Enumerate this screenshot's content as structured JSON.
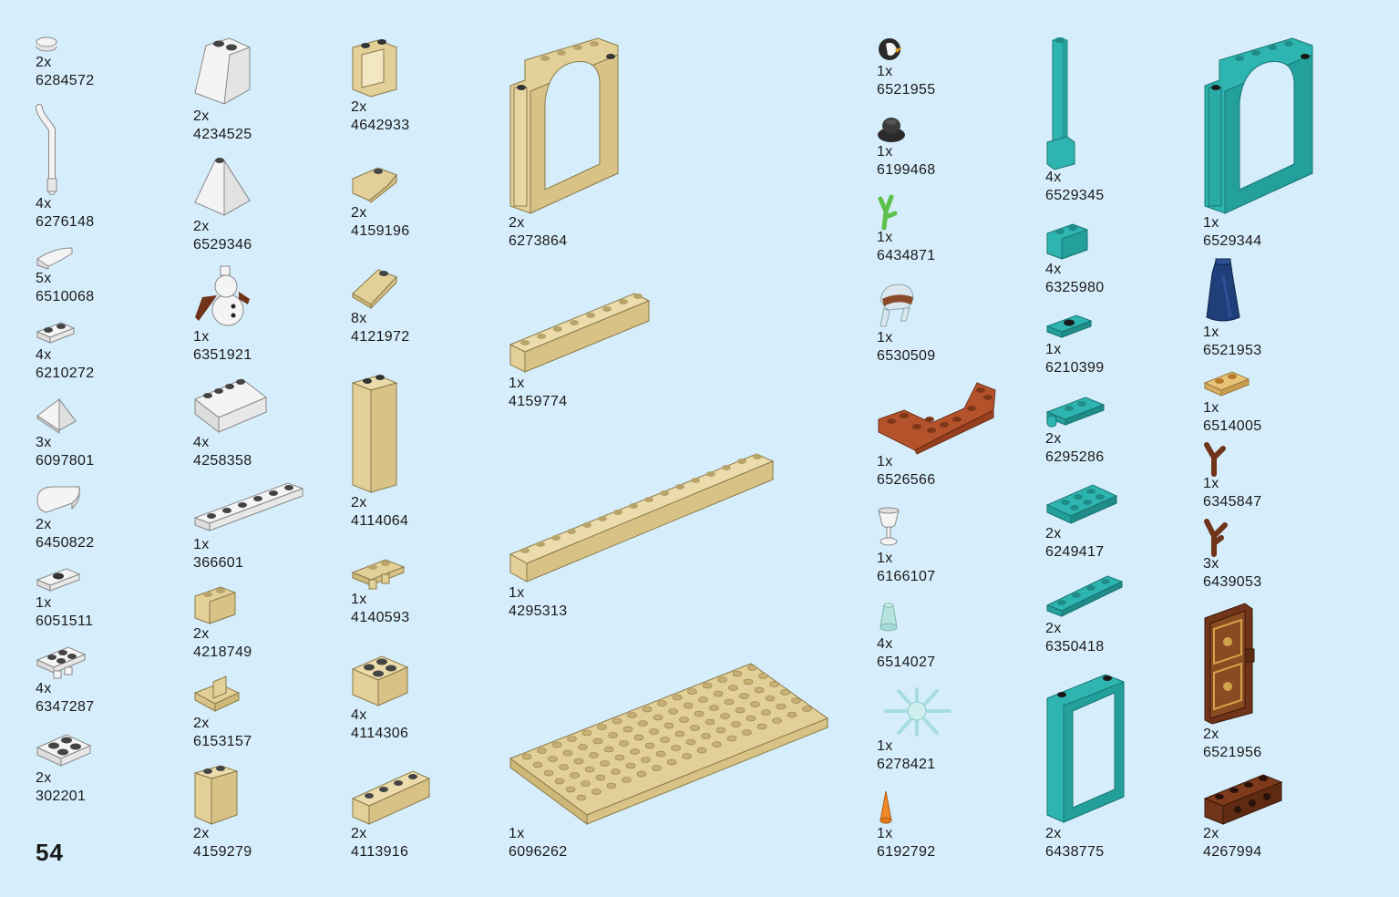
{
  "page_number": "54",
  "colors": {
    "background": "#d6eefb",
    "white": "#f4f4f4",
    "tan": "#e3cf98",
    "teal": "#2fb5b1",
    "dark_blue": "#1f3f7a",
    "reddish_brown": "#6f3419",
    "dark_orange": "#b4532b",
    "black": "#2a2a2a"
  },
  "parts": [
    {
      "qty": "2x",
      "id": "6284572",
      "color": "white",
      "icon": "round-tile-icon"
    },
    {
      "qty": "4x",
      "id": "6276148",
      "color": "white",
      "icon": "bar-hook-icon"
    },
    {
      "qty": "5x",
      "id": "6510068",
      "color": "white",
      "icon": "curved-slope-icon"
    },
    {
      "qty": "4x",
      "id": "6210272",
      "color": "white",
      "icon": "plate-1x2-icon"
    },
    {
      "qty": "3x",
      "id": "6097801",
      "color": "white",
      "icon": "pyramid-tile-icon"
    },
    {
      "qty": "2x",
      "id": "6450822",
      "color": "white",
      "icon": "curved-brick-icon"
    },
    {
      "qty": "1x",
      "id": "6051511",
      "color": "white",
      "icon": "jumper-plate-icon"
    },
    {
      "qty": "4x",
      "id": "6347287",
      "color": "white",
      "icon": "plate-clip-icon"
    },
    {
      "qty": "2x",
      "id": "302201",
      "color": "white",
      "icon": "plate-2x2-icon"
    },
    {
      "qty": "2x",
      "id": "4234525",
      "color": "white",
      "icon": "slope-brick-icon"
    },
    {
      "qty": "2x",
      "id": "6529346",
      "color": "white",
      "icon": "cone-slope-icon"
    },
    {
      "qty": "1x",
      "id": "6351921",
      "color": "white",
      "icon": "snowman-figure-icon"
    },
    {
      "qty": "4x",
      "id": "4258358",
      "color": "white",
      "icon": "slope-2x4-icon"
    },
    {
      "qty": "1x",
      "id": "366601",
      "color": "white",
      "icon": "plate-1x6-icon"
    },
    {
      "qty": "2x",
      "id": "4218749",
      "color": "tan",
      "icon": "round-brick-icon"
    },
    {
      "qty": "2x",
      "id": "6153157",
      "color": "tan",
      "icon": "bracket-icon"
    },
    {
      "qty": "2x",
      "id": "4159279",
      "color": "tan",
      "icon": "brick-1x2x2-icon"
    },
    {
      "qty": "2x",
      "id": "4642933",
      "color": "tan",
      "icon": "window-frame-icon"
    },
    {
      "qty": "2x",
      "id": "4159196",
      "color": "tan",
      "icon": "slope-small-icon"
    },
    {
      "qty": "8x",
      "id": "4121972",
      "color": "tan",
      "icon": "wedge-slope-icon"
    },
    {
      "qty": "2x",
      "id": "4114064",
      "color": "tan",
      "icon": "tall-brick-icon"
    },
    {
      "qty": "1x",
      "id": "4140593",
      "color": "tan",
      "icon": "hinge-plate-icon"
    },
    {
      "qty": "4x",
      "id": "4114306",
      "color": "tan",
      "icon": "brick-2x2-icon"
    },
    {
      "qty": "2x",
      "id": "4113916",
      "color": "tan",
      "icon": "brick-1x4-icon"
    },
    {
      "qty": "2x",
      "id": "6273864",
      "color": "tan",
      "icon": "arch-door-frame-icon"
    },
    {
      "qty": "1x",
      "id": "4159774",
      "color": "tan",
      "icon": "plate-1x8-icon"
    },
    {
      "qty": "1x",
      "id": "4295313",
      "color": "tan",
      "icon": "plate-1x16-icon"
    },
    {
      "qty": "1x",
      "id": "6096262",
      "color": "tan",
      "icon": "baseplate-6x16-icon"
    },
    {
      "qty": "1x",
      "id": "6521955",
      "color": "black",
      "icon": "penguin-head-icon"
    },
    {
      "qty": "1x",
      "id": "6199468",
      "color": "black",
      "icon": "hat-icon"
    },
    {
      "qty": "1x",
      "id": "6434871",
      "color": "green",
      "icon": "plant-stem-icon"
    },
    {
      "qty": "1x",
      "id": "6530509",
      "color": "white",
      "icon": "aviator-cap-icon"
    },
    {
      "qty": "1x",
      "id": "6526566",
      "color": "dark_orange",
      "icon": "inverted-slope-plate-icon"
    },
    {
      "qty": "1x",
      "id": "6166107",
      "color": "white",
      "icon": "goblet-icon"
    },
    {
      "qty": "4x",
      "id": "6514027",
      "color": "trans_light_blue",
      "icon": "trans-cone-icon"
    },
    {
      "qty": "1x",
      "id": "6278421",
      "color": "trans_light_blue",
      "icon": "snowflake-icon"
    },
    {
      "qty": "1x",
      "id": "6192792",
      "color": "orange",
      "icon": "carrot-nose-icon"
    },
    {
      "qty": "4x",
      "id": "6529345",
      "color": "teal",
      "icon": "column-icon"
    },
    {
      "qty": "4x",
      "id": "6325980",
      "color": "teal",
      "icon": "round-brick-1x2-icon"
    },
    {
      "qty": "1x",
      "id": "6210399",
      "color": "teal",
      "icon": "jumper-plate-icon"
    },
    {
      "qty": "2x",
      "id": "6295286",
      "color": "teal",
      "icon": "plate-clip-icon"
    },
    {
      "qty": "2x",
      "id": "6249417",
      "color": "teal",
      "icon": "plate-2x3-icon"
    },
    {
      "qty": "2x",
      "id": "6350418",
      "color": "teal",
      "icon": "plate-1x4-icon"
    },
    {
      "qty": "2x",
      "id": "6438775",
      "color": "teal",
      "icon": "door-frame-icon"
    },
    {
      "qty": "1x",
      "id": "6529344",
      "color": "teal",
      "icon": "arch-door-frame-icon"
    },
    {
      "qty": "1x",
      "id": "6521953",
      "color": "dark_blue",
      "icon": "skirt-icon"
    },
    {
      "qty": "1x",
      "id": "6514005",
      "color": "tan",
      "icon": "printed-tile-icon"
    },
    {
      "qty": "1x",
      "id": "6345847",
      "color": "reddish_brown",
      "icon": "branch-icon"
    },
    {
      "qty": "3x",
      "id": "6439053",
      "color": "reddish_brown",
      "icon": "twig-icon"
    },
    {
      "qty": "2x",
      "id": "6521956",
      "color": "reddish_brown",
      "icon": "door-icon"
    },
    {
      "qty": "2x",
      "id": "4267994",
      "color": "reddish_brown",
      "icon": "technic-brick-icon"
    }
  ]
}
